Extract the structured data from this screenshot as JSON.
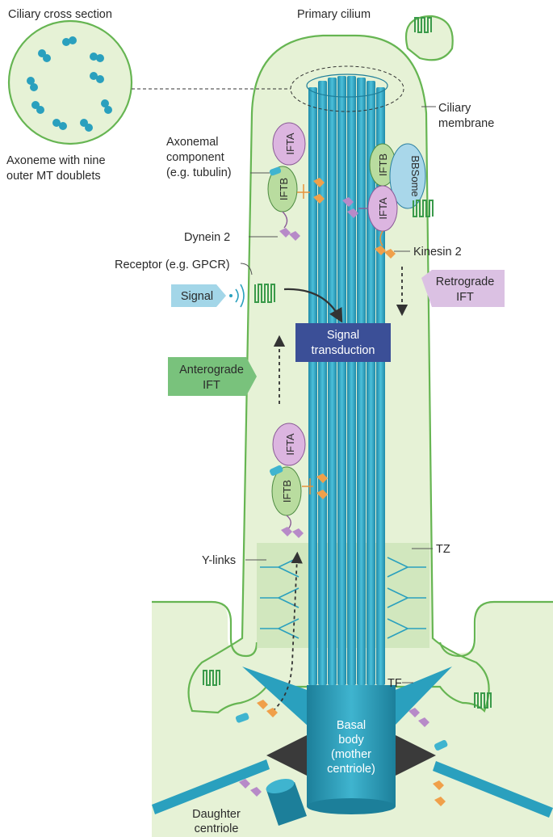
{
  "labels": {
    "ciliary_cross_section": "Ciliary cross section",
    "primary_cilium": "Primary cilium",
    "ciliary_membrane": [
      "Ciliary",
      "membrane"
    ],
    "axoneme": [
      "Axoneme with nine",
      "outer MT doublets"
    ],
    "axonemal_component": [
      "Axonemal",
      "component",
      "(e.g. tubulin)"
    ],
    "dynein2": "Dynein 2",
    "kinesin2": "Kinesin 2",
    "receptor": "Receptor (e.g. GPCR)",
    "signal": "Signal",
    "retrograde_ift": [
      "Retrograde",
      "IFT"
    ],
    "signal_transduction": [
      "Signal",
      "transduction"
    ],
    "anterograde_ift": [
      "Anterograde",
      "IFT"
    ],
    "y_links": "Y-links",
    "tz": "TZ",
    "tf": "TF",
    "basal_body": [
      "Basal",
      "body",
      "(mother",
      "centriole)"
    ],
    "daughter_centriole": [
      "Daughter",
      "centriole"
    ]
  },
  "proteins": {
    "ifta": "IFTA",
    "iftb": "IFTB",
    "bbsome": "BBSome"
  },
  "colors": {
    "cilium_fill": "#e6f2d6",
    "membrane": "#66b552",
    "microtubule": "#2aa0be",
    "signal_box": "#a3d6e8",
    "retrograde_box": "#dbc1e3",
    "anterograde_box": "#79c27c",
    "transduction_box": "#3b4f97",
    "ifta": "#dcb5e0",
    "iftb": "#b9dc9f",
    "bbsome": "#a9d7ea",
    "kinesin": "#f0a04a",
    "dynein": "#b78ac8"
  }
}
